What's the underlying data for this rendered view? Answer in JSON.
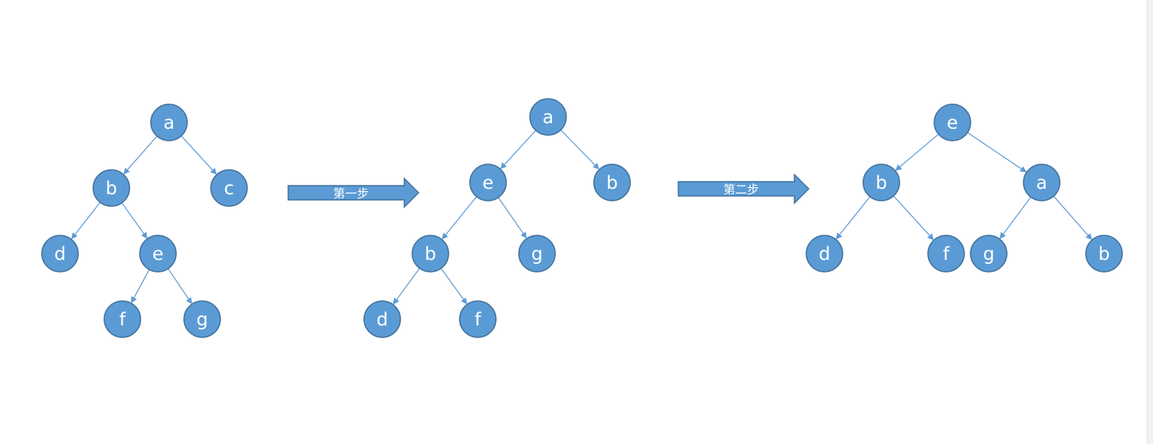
{
  "diagram": {
    "colors": {
      "node_fill": "#5b9bd5",
      "node_stroke": "#41719c",
      "edge": "#5b9bd5",
      "label": "#ffffff"
    },
    "trees": [
      {
        "id": "tree-original",
        "nodes": [
          {
            "id": "a",
            "label": "a"
          },
          {
            "id": "b",
            "label": "b"
          },
          {
            "id": "c",
            "label": "c"
          },
          {
            "id": "d",
            "label": "d"
          },
          {
            "id": "e",
            "label": "e"
          },
          {
            "id": "f",
            "label": "f"
          },
          {
            "id": "g",
            "label": "g"
          }
        ],
        "edges": [
          [
            "a",
            "b"
          ],
          [
            "a",
            "c"
          ],
          [
            "b",
            "d"
          ],
          [
            "b",
            "e"
          ],
          [
            "e",
            "f"
          ],
          [
            "e",
            "g"
          ]
        ]
      },
      {
        "id": "tree-step1",
        "nodes": [
          {
            "id": "a",
            "label": "a"
          },
          {
            "id": "e",
            "label": "e"
          },
          {
            "id": "b2",
            "label": "b"
          },
          {
            "id": "b",
            "label": "b"
          },
          {
            "id": "g",
            "label": "g"
          },
          {
            "id": "d",
            "label": "d"
          },
          {
            "id": "f",
            "label": "f"
          }
        ],
        "edges": [
          [
            "a",
            "e"
          ],
          [
            "a",
            "b2"
          ],
          [
            "e",
            "b"
          ],
          [
            "e",
            "g"
          ],
          [
            "b",
            "d"
          ],
          [
            "b",
            "f"
          ]
        ]
      },
      {
        "id": "tree-step2",
        "nodes": [
          {
            "id": "e",
            "label": "e"
          },
          {
            "id": "b",
            "label": "b"
          },
          {
            "id": "a",
            "label": "a"
          },
          {
            "id": "d",
            "label": "d"
          },
          {
            "id": "f",
            "label": "f"
          },
          {
            "id": "g",
            "label": "g"
          },
          {
            "id": "b2",
            "label": "b"
          }
        ],
        "edges": [
          [
            "e",
            "b"
          ],
          [
            "e",
            "a"
          ],
          [
            "b",
            "d"
          ],
          [
            "b",
            "f"
          ],
          [
            "a",
            "g"
          ],
          [
            "a",
            "b2"
          ]
        ]
      }
    ],
    "arrows": [
      {
        "id": "step-1",
        "label": "第一步"
      },
      {
        "id": "step-2",
        "label": "第二步"
      }
    ]
  }
}
